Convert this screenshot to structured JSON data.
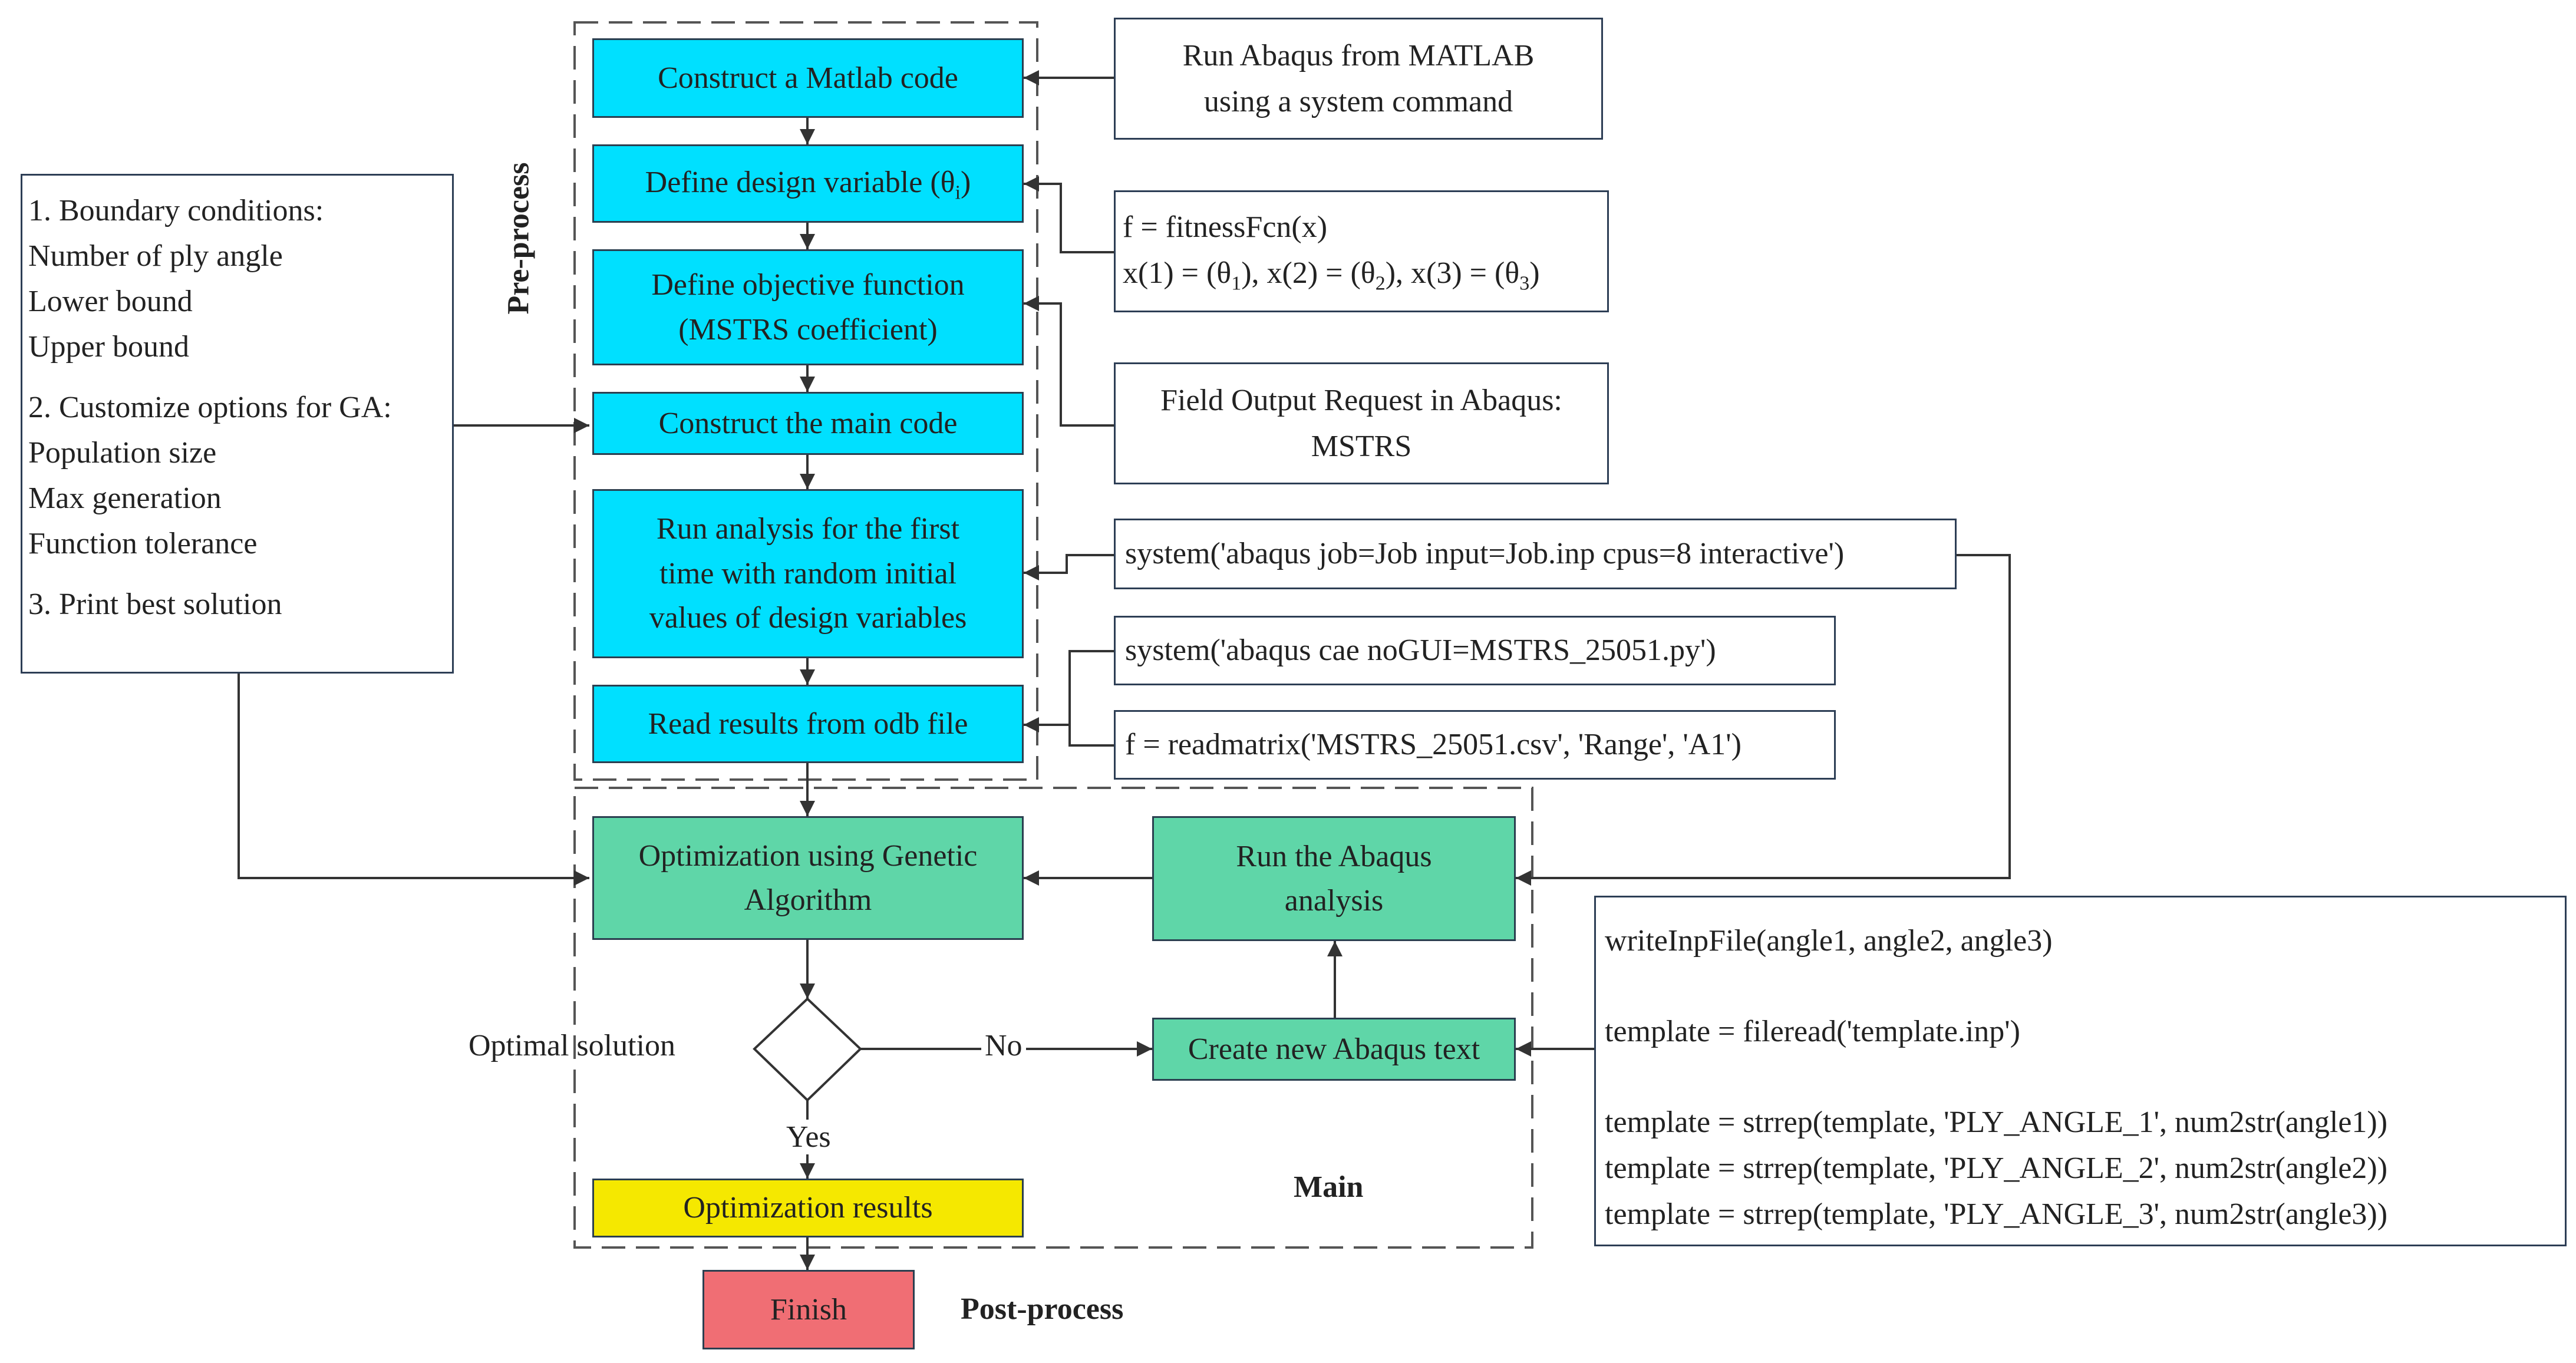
{
  "sections": {
    "pre_process": "Pre-process",
    "main": "Main",
    "post_process": "Post-process"
  },
  "flow": {
    "construct_matlab": "Construct a Matlab code",
    "define_design_variable": "Define design variable (θ",
    "define_design_variable_sub": "i",
    "define_objective_line1": "Define objective function",
    "define_objective_line2": "(MSTRS coefficient)",
    "construct_main": "Construct the main code",
    "run_analysis_line1": "Run analysis for the first",
    "run_analysis_line2": "time with random initial",
    "run_analysis_line3": "values of design variables",
    "read_results": "Read results from odb file",
    "optimization_ga_line1": "Optimization using Genetic",
    "optimization_ga_line2": "Algorithm",
    "run_abaqus_line1": "Run the Abaqus",
    "run_abaqus_line2": "analysis",
    "create_abaqus_text": "Create new Abaqus text",
    "optimization_results": "Optimization results",
    "finish": "Finish"
  },
  "decision": {
    "label": "Optimal solution",
    "no": "No",
    "yes": "Yes"
  },
  "notes": {
    "run_abaqus_matlab_line1": "Run Abaqus from MATLAB",
    "run_abaqus_matlab_line2": "using a system command",
    "fitness_line1": "f = fitnessFcn(x)",
    "fitness_x1": "x(1) = (θ",
    "fitness_s1": "1",
    "fitness_x2": "), x(2) = (θ",
    "fitness_s2": "2",
    "fitness_x3": "), x(3) = (θ",
    "fitness_s3": "3",
    "fitness_end": ")",
    "field_output_line1": "Field Output Request in Abaqus:",
    "field_output_line2": "MSTRS",
    "system_job": "system('abaqus job=Job input=Job.inp cpus=8 interactive')",
    "system_cae": "system('abaqus cae noGUI=MSTRS_25051.py')",
    "readmatrix": "f = readmatrix('MSTRS_25051.csv', 'Range', 'A1')"
  },
  "left_panel": {
    "items": [
      "1. Boundary conditions:",
      "Number of ply angle",
      "Lower bound",
      "Upper bound",
      "2. Customize options for GA:",
      "Population size",
      "Max generation",
      "Function tolerance",
      "3. Print best solution"
    ]
  },
  "code_panel": {
    "lines": [
      "writeInpFile(angle1, angle2, angle3)",
      "template = fileread('template.inp')",
      "template = strrep(template, 'PLY_ANGLE_1', num2str(angle1))",
      "template = strrep(template, 'PLY_ANGLE_2', num2str(angle2))",
      "template = strrep(template, 'PLY_ANGLE_3', num2str(angle3))"
    ]
  },
  "colors": {
    "pre_process_fill": "#00e0ff",
    "main_fill": "#5fd6a8",
    "result_fill": "#f5e800",
    "finish_fill": "#f06e74"
  }
}
